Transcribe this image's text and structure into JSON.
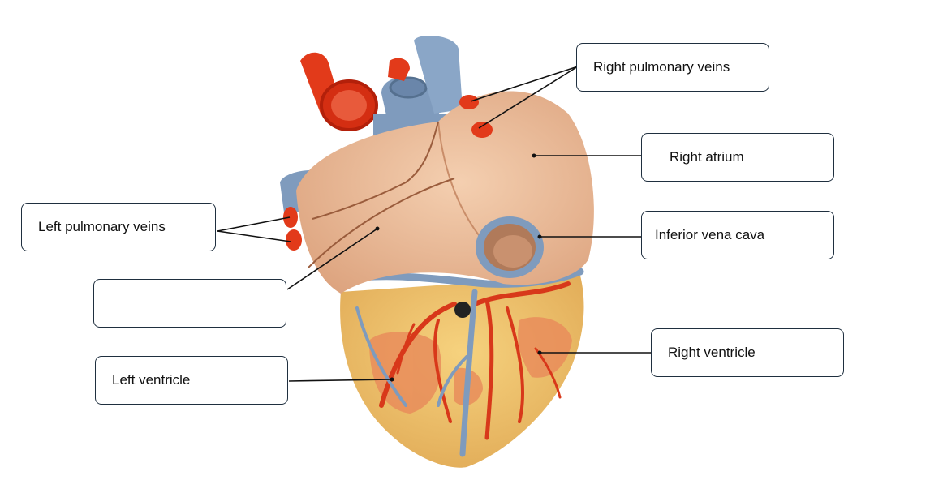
{
  "diagram": {
    "labels": [
      {
        "id": "right-pulmonary-veins",
        "text": "Right pulmonary veins"
      },
      {
        "id": "right-atrium",
        "text": "Right atrium"
      },
      {
        "id": "left-pulmonary-veins",
        "text": "Left pulmonary veins"
      },
      {
        "id": "inferior-vena-cava",
        "text": "Inferior vena cava"
      },
      {
        "id": "blank-label",
        "text": ""
      },
      {
        "id": "right-ventricle",
        "text": "Right ventricle"
      },
      {
        "id": "left-ventricle",
        "text": "Left ventricle"
      }
    ],
    "colors": {
      "atrium": "#efc3a0",
      "ventricle": "#f0c76e",
      "artery": "#e23a1a",
      "vein": "#7f9bbd",
      "muscle": "#e88a5a",
      "line": "#111111"
    }
  }
}
